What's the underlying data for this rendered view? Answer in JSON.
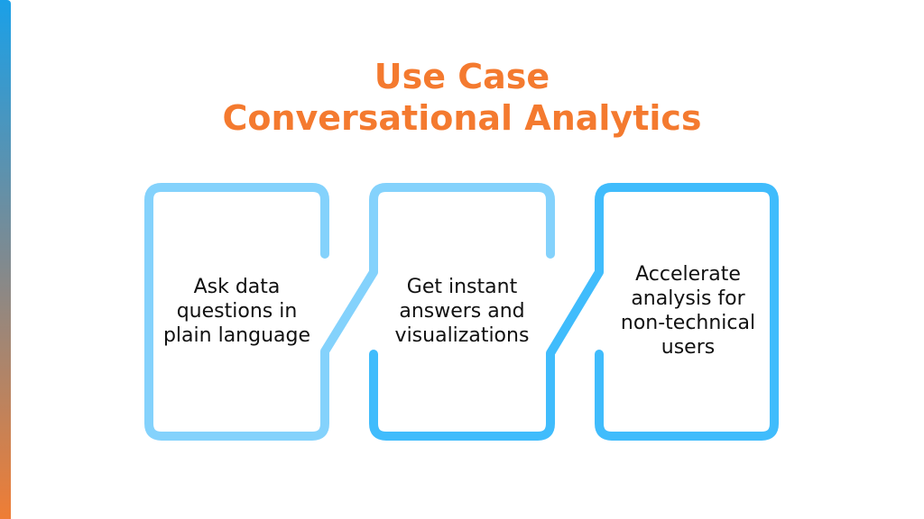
{
  "title": {
    "line1": "Use Case",
    "line2": "Conversational Analytics"
  },
  "cards": [
    {
      "text": "Ask data questions in plain language"
    },
    {
      "text": "Get instant answers and visualizations"
    },
    {
      "text": "Accelerate analysis for non-technical users"
    }
  ],
  "colors": {
    "title": "#f47a2f",
    "light_blue": "#84d2fc",
    "blue": "#40bcfc",
    "bar_top": "#1aa0e8",
    "bar_bottom": "#ef7d35"
  }
}
